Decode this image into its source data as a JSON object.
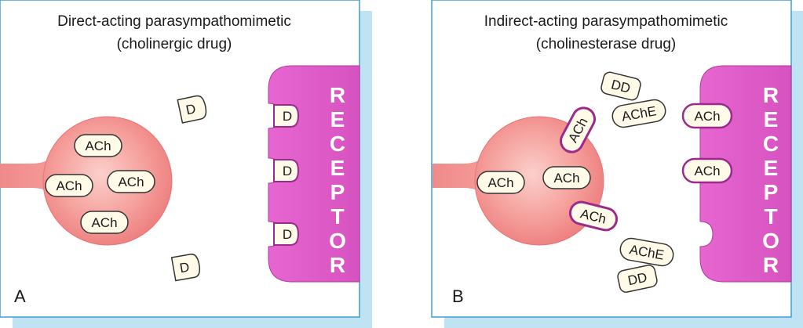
{
  "colors": {
    "panel_shadow": "#bfe3f2",
    "panel_border": "#3a9fd5",
    "neuron_core": "#f59e9a",
    "neuron_edge": "#e8666a",
    "receptor_fill": "#e766d0",
    "receptor_edge": "#b23aa0",
    "pill_fill": "#fffbe8",
    "pill_edge": "#333333",
    "bound_edge": "#9b2a8a"
  },
  "panels": [
    {
      "letter": "A",
      "title_line1": "Direct-acting parasympathomimetic",
      "title_line2": "(cholinergic drug)",
      "receptor_letters": [
        "R",
        "E",
        "C",
        "E",
        "P",
        "T",
        "O",
        "R"
      ],
      "neuron_molecules": [
        "ACh",
        "ACh",
        "ACh",
        "ACh"
      ],
      "receptor_bound": [
        "D",
        "D",
        "D"
      ],
      "free_molecules": [
        "D",
        "D"
      ]
    },
    {
      "letter": "B",
      "title_line1": "Indirect-acting parasympathomimetic",
      "title_line2": "(cholinesterase drug)",
      "receptor_letters": [
        "R",
        "E",
        "C",
        "E",
        "P",
        "T",
        "O",
        "R"
      ],
      "neuron_molecules": [
        "ACh",
        "ACh"
      ],
      "neuron_bound": [
        "ACh",
        "ACh"
      ],
      "receptor_bound": [
        "ACh",
        "ACh"
      ],
      "free_molecules": [
        "DD",
        "AChE",
        "AChE",
        "DD"
      ]
    }
  ]
}
